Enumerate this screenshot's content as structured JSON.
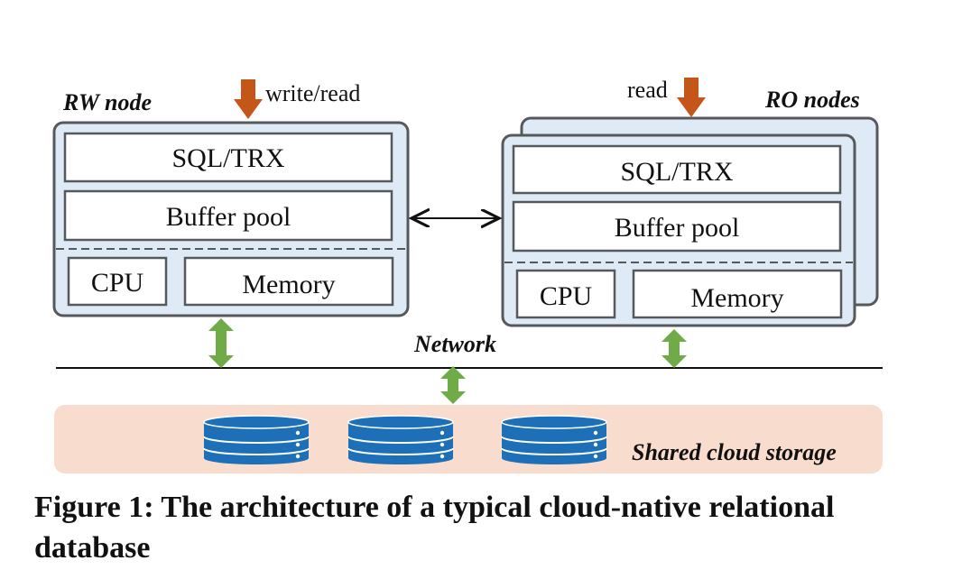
{
  "rw_node": {
    "title": "RW node",
    "io_label": "write/read",
    "layers": {
      "sql": "SQL/TRX",
      "buffer": "Buffer pool",
      "cpu": "CPU",
      "memory": "Memory"
    }
  },
  "ro_nodes": {
    "title": "RO nodes",
    "io_label": "read",
    "layers": {
      "sql": "SQL/TRX",
      "buffer": "Buffer pool",
      "cpu": "CPU",
      "memory": "Memory"
    }
  },
  "network": {
    "label": "Network"
  },
  "storage": {
    "label": "Shared cloud storage",
    "disk_count": 3
  },
  "caption": "Figure 1: The architecture of a typical cloud-native relational database",
  "colors": {
    "node_fill": "#deeaf6",
    "node_stroke": "#56595c",
    "box_stroke": "#56595c",
    "io_arrow": "#c5561a",
    "net_arrow": "#6fab46",
    "storage_fill": "#f8dccd",
    "disk_fill": "#1d6fb8",
    "disk_line": "#ffffff"
  }
}
